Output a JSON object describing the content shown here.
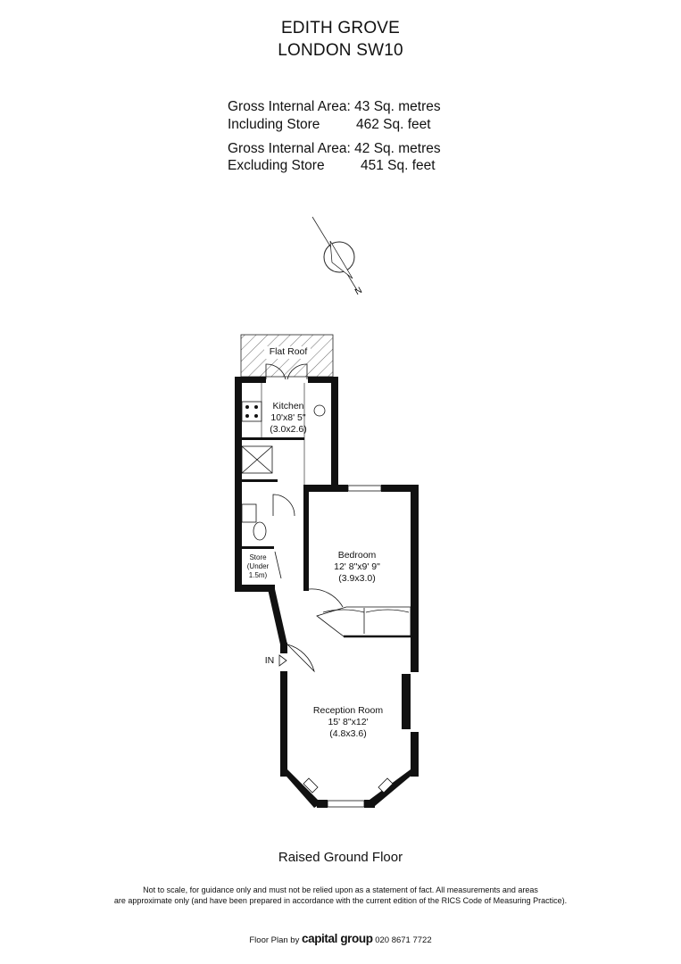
{
  "header": {
    "line1": "EDITH GROVE",
    "line2": "LONDON SW10"
  },
  "areas": [
    {
      "label1": "Gross Internal Area: 43 Sq. metres",
      "label2": "Including Store",
      "value2": "462 Sq. feet"
    },
    {
      "label1": "Gross Internal Area: 42 Sq. metres",
      "label2": "Excluding Store",
      "value2": "451 Sq. feet"
    }
  ],
  "compass": {
    "letter": "N"
  },
  "rooms": {
    "flat_roof": "Flat Roof",
    "kitchen": {
      "name": "Kitchen",
      "imperial": "10'x8' 5\"",
      "metric": "(3.0x2.6)"
    },
    "bedroom": {
      "name": "Bedroom",
      "imperial": "12' 8\"x9' 9\"",
      "metric": "(3.9x3.0)"
    },
    "store": {
      "name": "Store",
      "note": "(Under",
      "note2": "1.5m)"
    },
    "reception": {
      "name": "Reception Room",
      "imperial": "15' 8\"x12'",
      "metric": "(4.8x3.6)"
    },
    "entrance": "IN"
  },
  "floor_name": "Raised Ground Floor",
  "disclaimer": {
    "line1": "Not to scale, for guidance only and must not be relied upon as a statement of fact.  All measurements and areas",
    "line2": "are approximate only (and have been prepared in accordance with the current edition of the RICS Code of Measuring Practice)."
  },
  "footer": {
    "prefix": "Floor Plan by",
    "brand": "capital group",
    "phone": "020 8671 7722"
  }
}
